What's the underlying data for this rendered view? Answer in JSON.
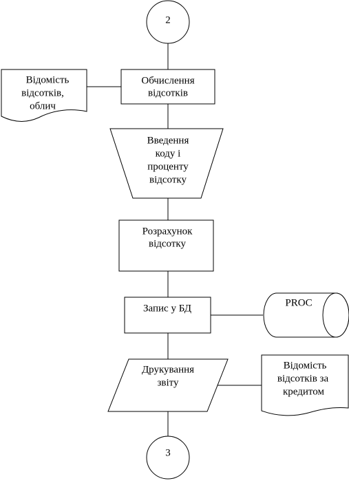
{
  "connector_top": {
    "label": "2"
  },
  "process_calc": {
    "lines": [
      "Обчислення",
      "відсотків"
    ]
  },
  "doc_left": {
    "lines": [
      "Відомість",
      "відсотків,",
      "облич"
    ]
  },
  "manual_input": {
    "lines": [
      "Введення",
      "коду і",
      "проценту",
      "відсотку"
    ]
  },
  "process_compute": {
    "lines": [
      "Розрахунок",
      "відсотку"
    ]
  },
  "process_write": {
    "lines": [
      "Запис у БД"
    ]
  },
  "storage": {
    "label": "PROC"
  },
  "io_print": {
    "lines": [
      "Друкування",
      "звіту"
    ]
  },
  "doc_right": {
    "lines": [
      "Відомість",
      "відсотків за",
      "кредитом"
    ]
  },
  "connector_bottom": {
    "label": "3"
  }
}
